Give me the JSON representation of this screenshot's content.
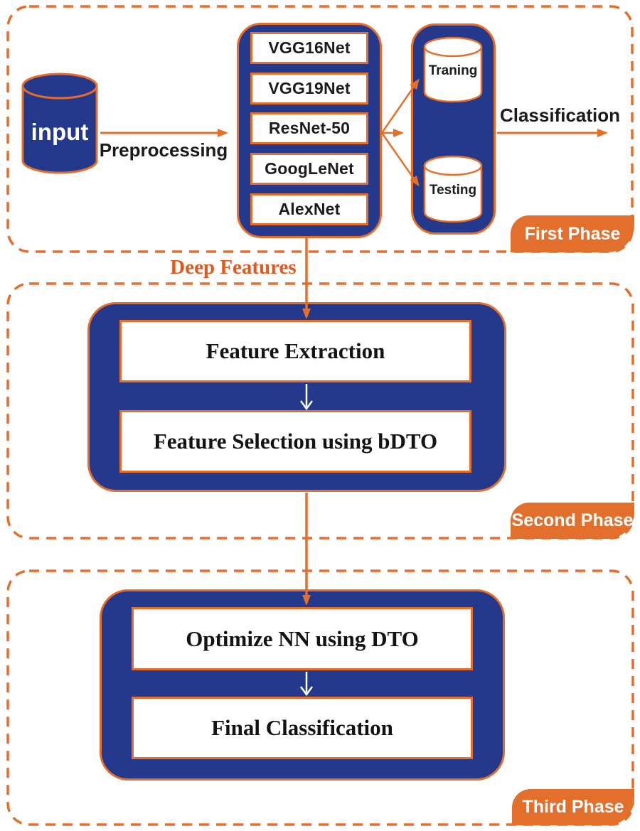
{
  "colors": {
    "container_blue": "#24388C",
    "accent_orange": "#E56E2B",
    "tab_orange": "#E2702C",
    "text_dark": "#1B1B1B",
    "text_white": "#FFFFFF"
  },
  "phase1": {
    "tab": "First Phase",
    "input_label": "input",
    "preprocessing_label": "Preprocessing",
    "models": [
      "VGG16Net",
      "VGG19Net",
      "ResNet-50",
      "GoogLeNet",
      "AlexNet"
    ],
    "training_label": "Traning",
    "testing_label": "Testing",
    "classification_label": "Classification"
  },
  "phase2": {
    "tab": "Second Phase",
    "connector_label": "Deep Features",
    "steps": [
      "Feature Extraction",
      "Feature Selection using bDTO"
    ]
  },
  "phase3": {
    "tab": "Third Phase",
    "steps": [
      "Optimize NN using DTO",
      "Final Classification"
    ]
  }
}
